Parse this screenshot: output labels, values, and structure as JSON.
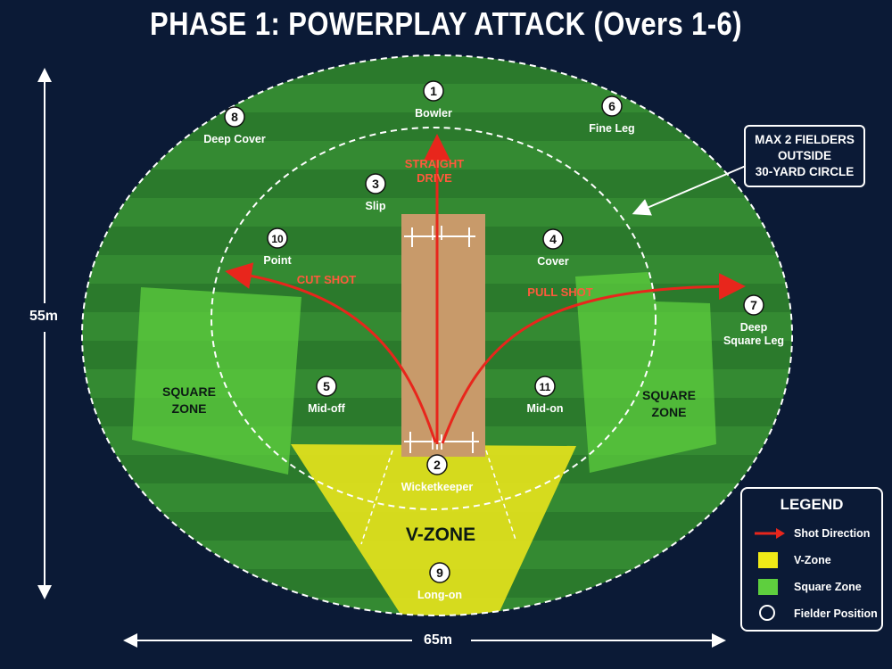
{
  "title": "PHASE 1: POWERPLAY ATTACK (Overs 1-6)",
  "dimensions": {
    "height_label": "55m",
    "width_label": "65m"
  },
  "callout_lines": [
    "MAX 2 FIELDERS",
    "OUTSIDE",
    "30-YARD CIRCLE"
  ],
  "zones": {
    "square_left": [
      "SQUARE",
      "ZONE"
    ],
    "square_right": [
      "SQUARE",
      "ZONE"
    ],
    "v_zone": "V-ZONE"
  },
  "shots": {
    "straight": [
      "STRAIGHT",
      "DRIVE"
    ],
    "cut": "CUT SHOT",
    "pull": "PULL SHOT"
  },
  "fielders": [
    {
      "num": "1",
      "name": [
        "Bowler"
      ]
    },
    {
      "num": "2",
      "name": [
        "Wicketkeeper"
      ]
    },
    {
      "num": "3",
      "name": [
        "Slip"
      ]
    },
    {
      "num": "4",
      "name": [
        "Cover"
      ]
    },
    {
      "num": "5",
      "name": [
        "Mid-off"
      ]
    },
    {
      "num": "6",
      "name": [
        "Fine Leg"
      ]
    },
    {
      "num": "7",
      "name": [
        "Deep",
        "Square Leg"
      ]
    },
    {
      "num": "8",
      "name": [
        "Deep Cover"
      ]
    },
    {
      "num": "9",
      "name": [
        "Long-on"
      ]
    },
    {
      "num": "10",
      "name": [
        "Point"
      ]
    },
    {
      "num": "11",
      "name": [
        "Mid-on"
      ]
    }
  ],
  "legend": {
    "title": "LEGEND",
    "items": [
      {
        "key": "shot",
        "label": "Shot Direction"
      },
      {
        "key": "vzone",
        "label": "V-Zone"
      },
      {
        "key": "square",
        "label": "Square Zone"
      },
      {
        "key": "fielder",
        "label": "Fielder Position"
      }
    ]
  },
  "colors": {
    "background": "#0b1a36",
    "field_dark": "#2b7a2c",
    "field_light": "#348a32",
    "square_zone": "#5ecf3e",
    "v_zone": "#f0ea17",
    "pitch": "#c89a6a",
    "shot": "#e8261c"
  }
}
